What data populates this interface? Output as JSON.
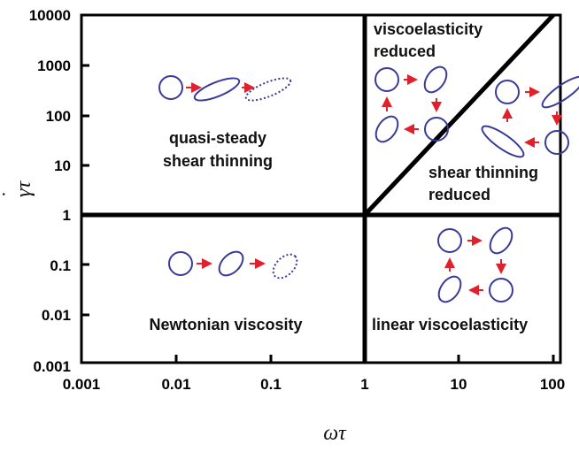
{
  "axes": {
    "x_label": "ωτ",
    "y_label_main": "γτ",
    "y_label_dot": "˙",
    "x_ticks": [
      "0.001",
      "0.01",
      "0.1",
      "1",
      "10",
      "100"
    ],
    "y_ticks": [
      "0.001",
      "0.01",
      "0.1",
      "1",
      "10",
      "100",
      "1000",
      "10000"
    ],
    "x_scale": "log",
    "y_scale": "log"
  },
  "regions": {
    "top_left": [
      "quasi-steady",
      "shear thinning"
    ],
    "top_right_upper": [
      "viscoelasticity",
      "reduced"
    ],
    "top_right_lower": [
      "shear thinning",
      "reduced"
    ],
    "bottom_left": [
      "Newtonian viscosity"
    ],
    "bottom_right": [
      "linear viscoelasticity"
    ]
  },
  "colors": {
    "shape": "#3a3a9a",
    "arrow": "#e0202a",
    "lines": "#000000"
  }
}
